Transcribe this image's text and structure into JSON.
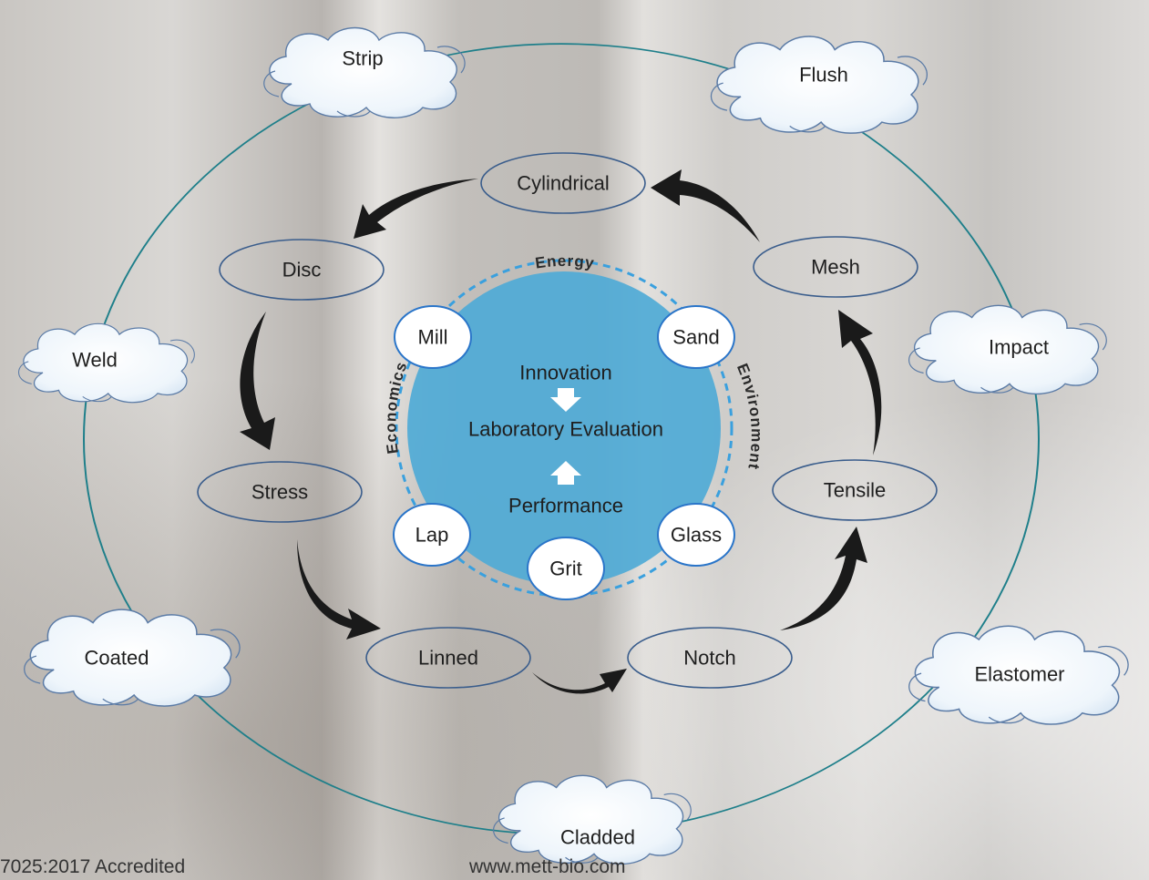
{
  "outer_clouds": {
    "strip": "Strip",
    "flush": "Flush",
    "weld": "Weld",
    "impact": "Impact",
    "coated": "Coated",
    "elastomer": "Elastomer",
    "cladded": "Cladded"
  },
  "cycle_steps": {
    "cylindrical": "Cylindrical",
    "disc": "Disc",
    "mesh": "Mesh",
    "stress": "Stress",
    "tensile": "Tensile",
    "linned": "Linned",
    "notch": "Notch"
  },
  "center": {
    "top": "Innovation",
    "middle": "Laboratory Evaluation",
    "bottom": "Performance"
  },
  "ring_labels": {
    "top": "Energy",
    "left": "Economics",
    "right": "Environment"
  },
  "inner_circles": {
    "mill": "Mill",
    "sand": "Sand",
    "lap": "Lap",
    "grit": "Grit",
    "glass": "Glass"
  },
  "footer": {
    "left": "7025:2017 Accredited",
    "center": "www.mett-bio.com"
  },
  "colors": {
    "outer_ring": "#1e7f8a",
    "center_fill": "#4faad6",
    "dashed_ring": "#3aa0de",
    "ellipse_stroke": "#3a5d8c",
    "arrow": "#1a1a1a"
  }
}
